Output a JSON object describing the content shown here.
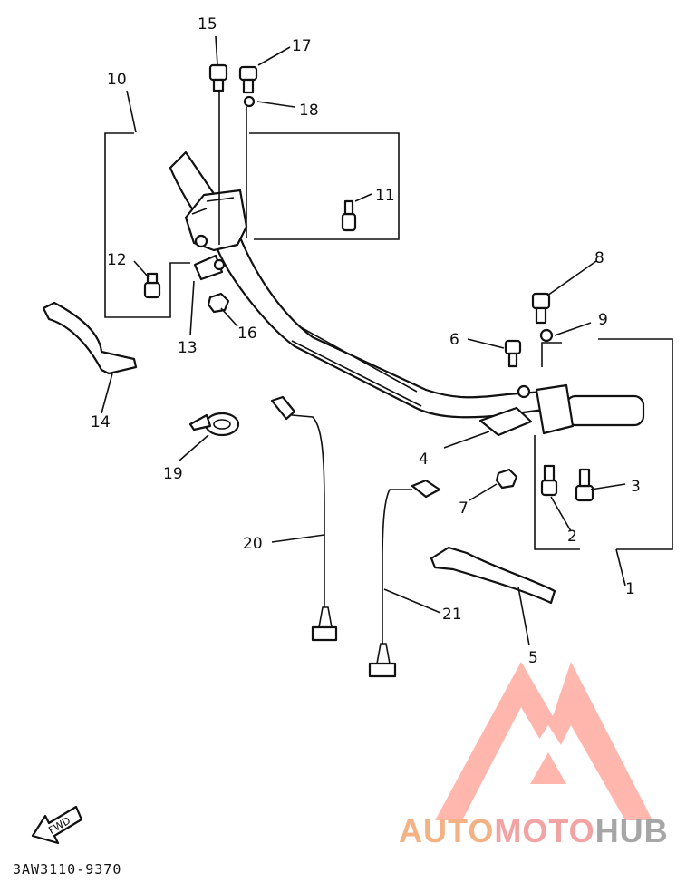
{
  "diagram": {
    "callouts": [
      "1",
      "2",
      "3",
      "4",
      "5",
      "6",
      "7",
      "8",
      "9",
      "10",
      "11",
      "12",
      "13",
      "14",
      "15",
      "16",
      "17",
      "18",
      "19",
      "20",
      "21"
    ],
    "fwd_label": "FWD",
    "part_code": "3AW3110-9370",
    "watermark": {
      "part1": "AUTO",
      "part2": "MOTO",
      "part3": "HUB",
      "colors": {
        "auto": "#f4b183",
        "moto": "#f2a3a3",
        "hub": "#a6a6a6"
      }
    },
    "icon": "automotohub-logo-icon"
  }
}
